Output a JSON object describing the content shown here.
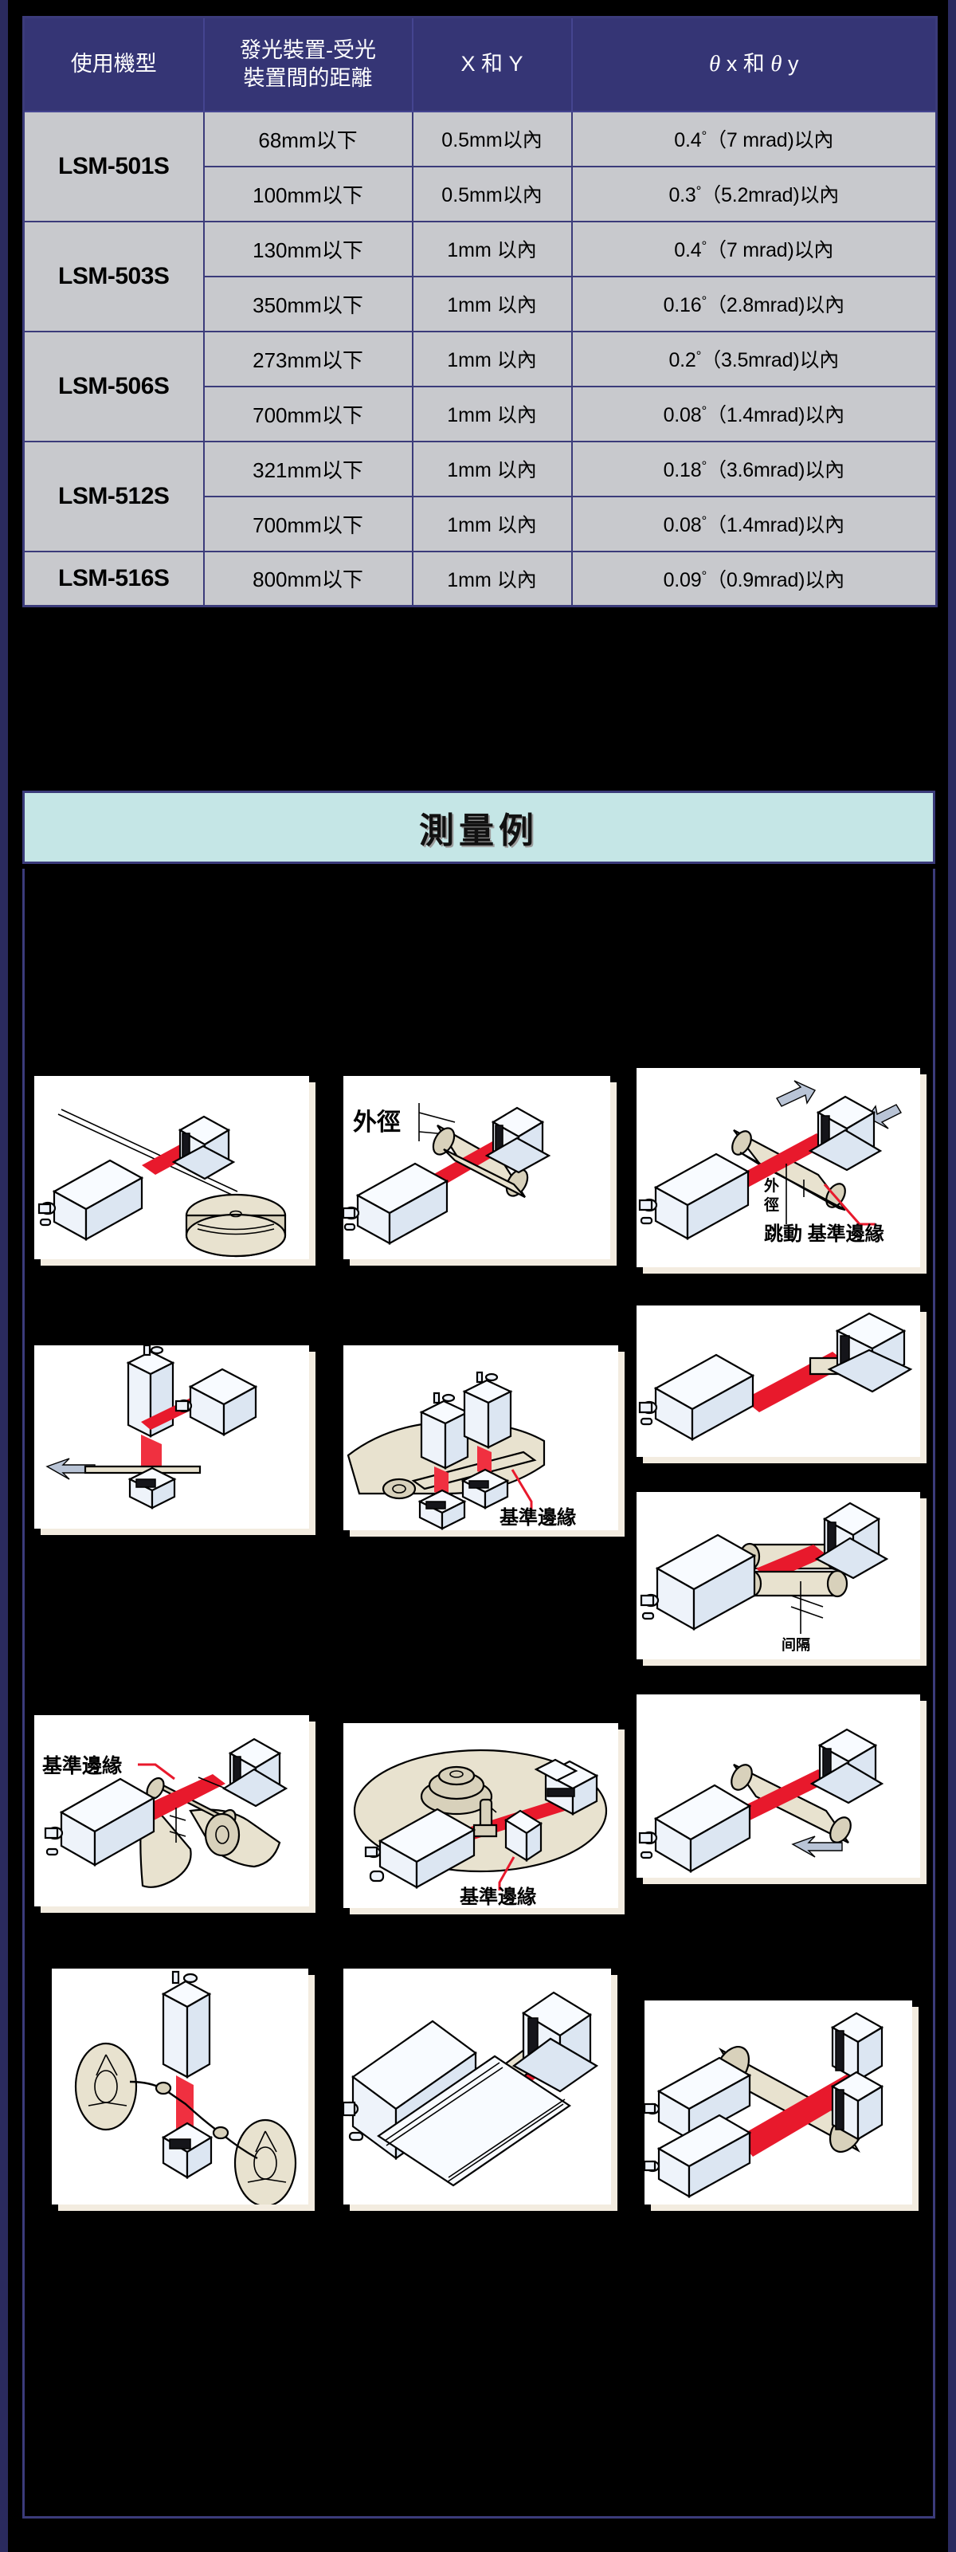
{
  "spec_table": {
    "headers": {
      "model": "使用機型",
      "distance": "發光裝置-受光裝置間的距離",
      "distance_l1": "發光裝置-受光",
      "distance_l2": "裝置間的距離",
      "xy": "X 和 Y",
      "theta_pre": "",
      "theta": "θ x 和 θ y",
      "theta_x_label": "x 和",
      "theta_y_label": "y"
    },
    "rows": [
      {
        "model": "LSM-501S",
        "subrows": [
          {
            "distance": "68mm以下",
            "xy": "0.5mm以內",
            "theta_val": "0.4",
            "theta_rest": "（7 mrad)以內"
          },
          {
            "distance": "100mm以下",
            "xy": "0.5mm以內",
            "theta_val": "0.3",
            "theta_rest": "（5.2mrad)以內"
          }
        ]
      },
      {
        "model": "LSM-503S",
        "subrows": [
          {
            "distance": "130mm以下",
            "xy": "1mm 以內",
            "theta_val": "0.4",
            "theta_rest": "（7 mrad)以內"
          },
          {
            "distance": "350mm以下",
            "xy": "1mm 以內",
            "theta_val": "0.16",
            "theta_rest": "（2.8mrad)以內"
          }
        ]
      },
      {
        "model": "LSM-506S",
        "subrows": [
          {
            "distance": "273mm以下",
            "xy": "1mm 以內",
            "theta_val": "0.2",
            "theta_rest": "（3.5mrad)以內"
          },
          {
            "distance": "700mm以下",
            "xy": "1mm 以內",
            "theta_val": "0.08",
            "theta_rest": "（1.4mrad)以內"
          }
        ]
      },
      {
        "model": "LSM-512S",
        "subrows": [
          {
            "distance": "321mm以下",
            "xy": "1mm 以內",
            "theta_val": "0.18",
            "theta_rest": "（3.6mrad)以內"
          },
          {
            "distance": "700mm以下",
            "xy": "1mm 以內",
            "theta_val": "0.08",
            "theta_rest": "（1.4mrad)以內"
          }
        ]
      },
      {
        "model": "LSM-516S",
        "subrows": [
          {
            "distance": "800mm以下",
            "xy": "1mm 以內",
            "theta_val": "0.09",
            "theta_rest": "（0.9mrad)以內"
          }
        ]
      }
    ]
  },
  "section": {
    "title": "測量例"
  },
  "examples": [
    {
      "id": "wire-on-spool",
      "labels": []
    },
    {
      "id": "outer-diameter",
      "labels": [
        "外徑"
      ]
    },
    {
      "id": "runout-ref-edge",
      "labels": [
        "外",
        "徑",
        "跳動 基準邊緣"
      ]
    },
    {
      "id": "cross-beam-gap",
      "labels": []
    },
    {
      "id": "sheet-ref-edge",
      "labels": [
        "基準邊緣"
      ]
    },
    {
      "id": "rod-through-beam",
      "labels": []
    },
    {
      "id": "web-ref-edge",
      "labels": [
        "基準邊緣"
      ]
    },
    {
      "id": "turntable-ref-edge",
      "labels": [
        "基準邊緣"
      ]
    },
    {
      "id": "two-rods-gap",
      "labels": [
        "间隔"
      ]
    },
    {
      "id": "roller-sway",
      "labels": []
    },
    {
      "id": "reel-to-reel",
      "labels": []
    },
    {
      "id": "rail-profile",
      "labels": []
    },
    {
      "id": "dual-head-roller",
      "labels": []
    }
  ],
  "colors": {
    "navy": "#353575",
    "border_navy": "#3b3b7a",
    "table_body": "#c8c9cd",
    "title_bg": "#c5e6e6",
    "beam_red": "#e8192c",
    "page_bg": "#000000",
    "panel_white": "#ffffff",
    "shadow_cream": "#f3ece0"
  }
}
